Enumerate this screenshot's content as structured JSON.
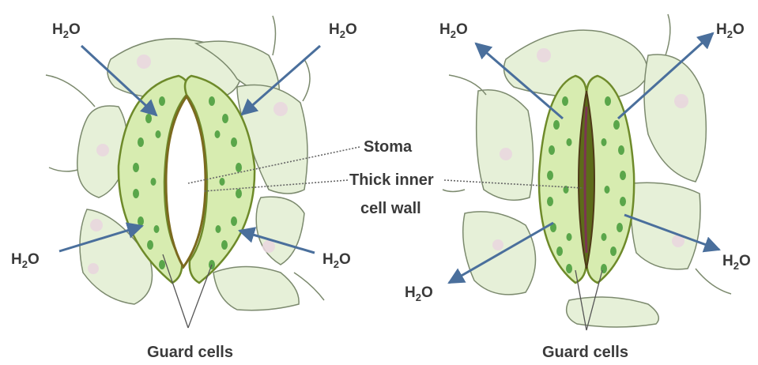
{
  "labels": {
    "water": "H",
    "water_sub": "2",
    "water_o": "O",
    "stoma": "Stoma",
    "thick_wall_line1": "Thick inner",
    "thick_wall_line2": "cell wall",
    "guard_cells_left": "Guard cells",
    "guard_cells_right": "Guard cells"
  },
  "colors": {
    "epidermal_cell": "#e6f0d8",
    "cell_outline": "#7c8a6e",
    "guard_cell": "#d7ecb0",
    "guard_outline": "#6e8a2a",
    "chloroplast": "#5aa64a",
    "arrow": "#4a6f9c",
    "label": "#3a3a3a"
  },
  "diagrams": [
    {
      "name": "open-stoma",
      "water_flow": "into guard cells",
      "stoma_state": "open"
    },
    {
      "name": "closed-stoma",
      "water_flow": "out of guard cells",
      "stoma_state": "closed"
    }
  ]
}
